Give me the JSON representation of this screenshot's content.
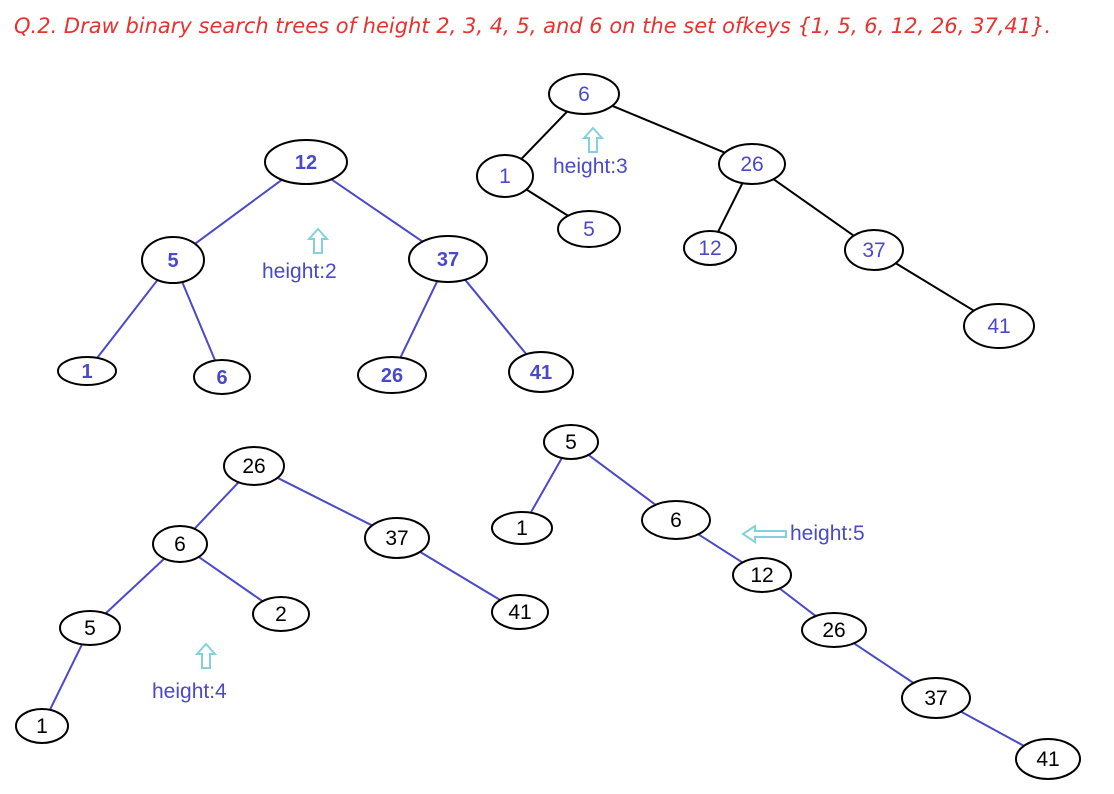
{
  "question": "Q.2. Draw binary search trees of height 2, 3, 4, 5, and 6 on the set ofkeys {1, 5, 6, 12, 26, 37,41}.",
  "colors": {
    "question": "#e8322e",
    "blue": "#4a49c8",
    "black": "#000000",
    "arrow": "#86d0dc"
  },
  "trees": [
    {
      "id": "tree-height-2",
      "height_label": "height:2",
      "arrow": "up-arrow-icon",
      "nodes": [
        {
          "id": "n12",
          "key": "12"
        },
        {
          "id": "n5",
          "key": "5"
        },
        {
          "id": "n37",
          "key": "37"
        },
        {
          "id": "n1",
          "key": "1"
        },
        {
          "id": "n6",
          "key": "6"
        },
        {
          "id": "n26",
          "key": "26"
        },
        {
          "id": "n41",
          "key": "41"
        }
      ],
      "edges": [
        [
          "n12",
          "n5"
        ],
        [
          "n12",
          "n37"
        ],
        [
          "n5",
          "n1"
        ],
        [
          "n5",
          "n6"
        ],
        [
          "n37",
          "n26"
        ],
        [
          "n37",
          "n41"
        ]
      ]
    },
    {
      "id": "tree-height-3",
      "height_label": "height:3",
      "arrow": "up-arrow-icon",
      "nodes": [
        {
          "id": "n6",
          "key": "6"
        },
        {
          "id": "n1",
          "key": "1"
        },
        {
          "id": "n5",
          "key": "5"
        },
        {
          "id": "n26",
          "key": "26"
        },
        {
          "id": "n12",
          "key": "12"
        },
        {
          "id": "n37",
          "key": "37"
        },
        {
          "id": "n41",
          "key": "41"
        }
      ],
      "edges": [
        [
          "n6",
          "n1"
        ],
        [
          "n6",
          "n26"
        ],
        [
          "n1",
          "n5"
        ],
        [
          "n26",
          "n12"
        ],
        [
          "n26",
          "n37"
        ],
        [
          "n37",
          "n41"
        ]
      ]
    },
    {
      "id": "tree-height-4",
      "height_label": "height:4",
      "arrow": "up-arrow-icon",
      "nodes": [
        {
          "id": "n26",
          "key": "26"
        },
        {
          "id": "n6",
          "key": "6"
        },
        {
          "id": "n37",
          "key": "37"
        },
        {
          "id": "n5",
          "key": "5"
        },
        {
          "id": "n2",
          "key": "2"
        },
        {
          "id": "n41",
          "key": "41"
        },
        {
          "id": "n1",
          "key": "1"
        }
      ],
      "edges": [
        [
          "n26",
          "n6"
        ],
        [
          "n26",
          "n37"
        ],
        [
          "n6",
          "n5"
        ],
        [
          "n6",
          "n2"
        ],
        [
          "n37",
          "n41"
        ],
        [
          "n5",
          "n1"
        ]
      ]
    },
    {
      "id": "tree-height-5",
      "height_label": "height:5",
      "arrow": "left-arrow-icon",
      "nodes": [
        {
          "id": "n5",
          "key": "5"
        },
        {
          "id": "n1",
          "key": "1"
        },
        {
          "id": "n6",
          "key": "6"
        },
        {
          "id": "n12",
          "key": "12"
        },
        {
          "id": "n26",
          "key": "26"
        },
        {
          "id": "n37",
          "key": "37"
        },
        {
          "id": "n41",
          "key": "41"
        }
      ],
      "edges": [
        [
          "n5",
          "n1"
        ],
        [
          "n5",
          "n6"
        ],
        [
          "n6",
          "n12"
        ],
        [
          "n12",
          "n26"
        ],
        [
          "n26",
          "n37"
        ],
        [
          "n37",
          "n41"
        ]
      ]
    }
  ]
}
